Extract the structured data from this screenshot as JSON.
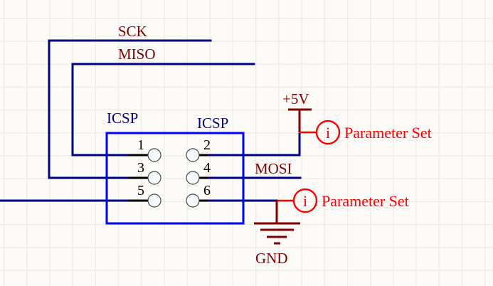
{
  "schematic": {
    "components": [
      {
        "designator": "ICSP",
        "comment": "ICSP",
        "pins": [
          "1",
          "2",
          "3",
          "4",
          "5",
          "6"
        ]
      }
    ],
    "net_labels": {
      "sck": "SCK",
      "miso": "MISO",
      "mosi": "MOSI"
    },
    "power_ports": {
      "vcc": "+5V",
      "gnd": "GND"
    },
    "parameter_sets": [
      {
        "icon": "i",
        "label": "Parameter Set"
      },
      {
        "icon": "i",
        "label": "Parameter Set"
      }
    ],
    "colors": {
      "wire": "#000080",
      "component_body": "#0000ff",
      "net_label": "#800000",
      "parameter_set": "#ff0000",
      "background": "#fdfbf7"
    }
  }
}
